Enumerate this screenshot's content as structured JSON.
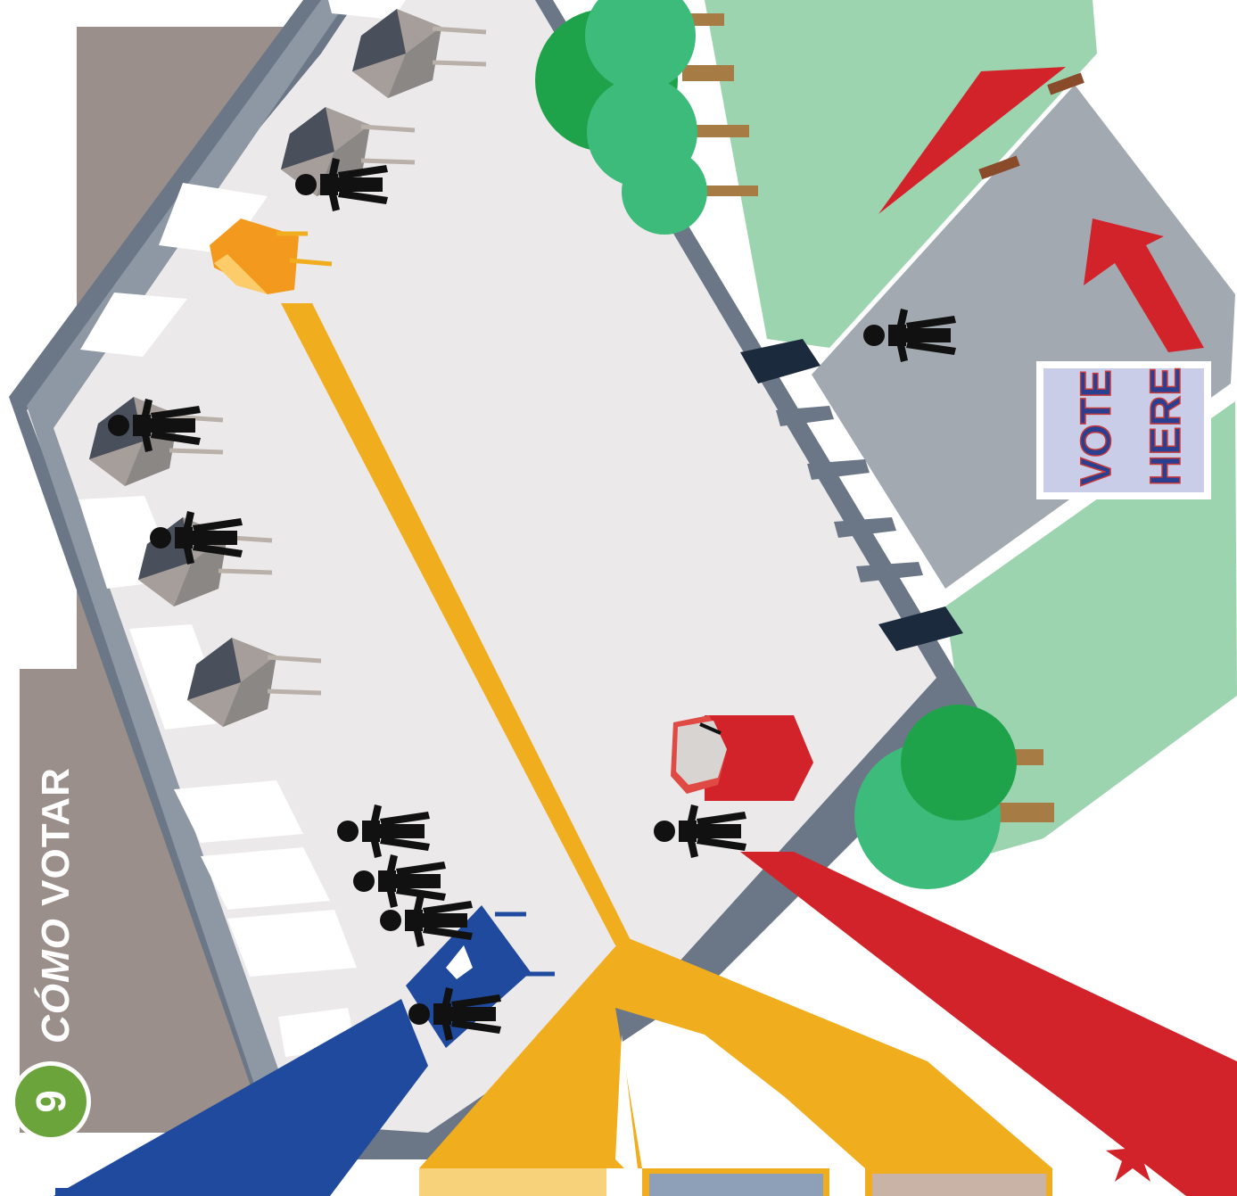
{
  "title": {
    "step_number": "9",
    "italic_part": "CÓMO",
    "regular_part": "VOTAR"
  },
  "sign": {
    "line1": "VOTE",
    "line2": "HERE"
  },
  "colors": {
    "title_band": "#9b8f8b",
    "step_badge": "#6aa43a",
    "wall": "#6b7787",
    "floor": "#ebe9ea",
    "lawn": "#9dd4b0",
    "tree_dark": "#1fa34a",
    "tree_light": "#3dbb7a",
    "path": "#f0ad1e",
    "red": "#d3232a",
    "blue": "#1f4a9e",
    "orange_booth": "#f39a1e"
  },
  "icons": [
    "voter-icon",
    "voting-booth-icon",
    "ballot-box-icon",
    "tree-icon",
    "direction-arrow-icon",
    "flag-icon",
    "star-icon"
  ]
}
